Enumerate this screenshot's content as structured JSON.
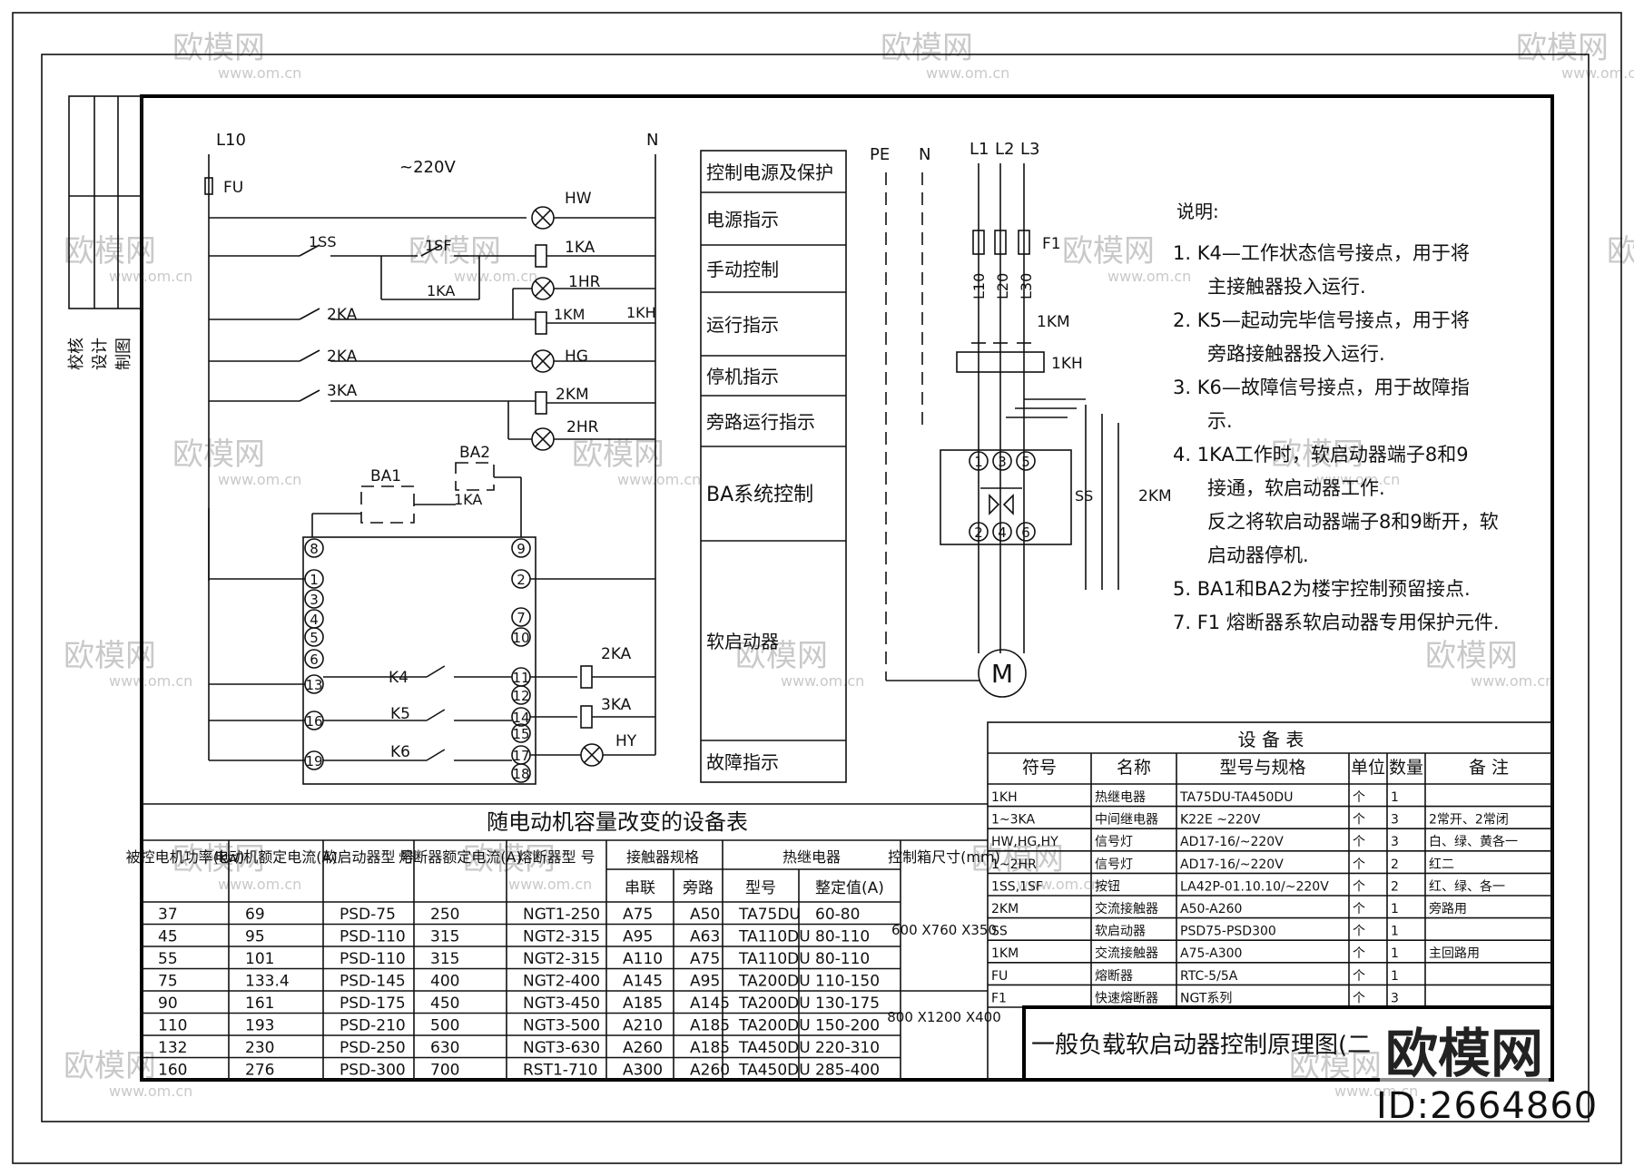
{
  "title_block": {
    "main_title": "一般负载软启动器控制原理图(二",
    "left_labels": [
      "校核",
      "设计",
      "制图"
    ]
  },
  "circuit": {
    "rail_left": "L10",
    "rail_right": "N",
    "voltage": "~220V",
    "fuse": "FU",
    "labels": [
      "HW",
      "1SS",
      "1SF",
      "1KA",
      "1KA",
      "1HR",
      "2KA",
      "1KM",
      "1KH",
      "2KA",
      "HG",
      "3KA",
      "2KM",
      "2HR",
      "BA1",
      "BA2",
      "1KA",
      "K4",
      "2KA",
      "K5",
      "3KA",
      "K6",
      "HY"
    ],
    "terminals_left": [
      "8",
      "1",
      "3",
      "4",
      "5",
      "6",
      "13",
      "16",
      "19"
    ],
    "terminals_right": [
      "9",
      "2",
      "7",
      "10",
      "11",
      "12",
      "14",
      "15",
      "17",
      "18"
    ]
  },
  "function_column": [
    "控制电源及保护",
    "电源指示",
    "手动控制",
    "运行指示",
    "停机指示",
    "旁路运行指示",
    "BA系统控制",
    "软启动器",
    "故障指示"
  ],
  "main_circuit": {
    "labels": [
      "PE",
      "N",
      "L1",
      "L2",
      "L3",
      "F1",
      "L10",
      "L20",
      "L30",
      "1KM",
      "1KH",
      "SS",
      "2KM",
      "M"
    ],
    "ss_terminals_top": [
      "1",
      "3",
      "5"
    ],
    "ss_terminals_bottom": [
      "2",
      "4",
      "6"
    ]
  },
  "notes": {
    "heading": "说明:",
    "lines": [
      "1. K4—工作状态信号接点，用于将",
      "主接触器投入运行.",
      "2. K5—起动完毕信号接点，用于将",
      "旁路接触器投入运行.",
      "3. K6—故障信号接点，用于故障指",
      "示.",
      "4. 1KA工作时，软启动器端子8和9",
      "接通，软启动器工作.",
      "反之将软启动器端子8和9断开，软",
      "启动器停机.",
      "5. BA1和BA2为楼宇控制预留接点.",
      "7. F1 熔断器系软启动器专用保护元件."
    ]
  },
  "equipment_table": {
    "title": "设 备 表",
    "headers": [
      "符号",
      "名称",
      "型号与规格",
      "单位",
      "数量",
      "备 注"
    ],
    "rows": [
      [
        "1KH",
        "热继电器",
        "TA75DU-TA450DU",
        "个",
        "1",
        ""
      ],
      [
        "1~3KA",
        "中间继电器",
        "K22E ~220V",
        "个",
        "3",
        "2常开、2常闭"
      ],
      [
        "HW,HG,HY",
        "信号灯",
        "AD17-16/~220V",
        "个",
        "3",
        "白、绿、黄各一"
      ],
      [
        "1~2HR",
        "信号灯",
        "AD17-16/~220V",
        "个",
        "2",
        "红二"
      ],
      [
        "1SS,1SF",
        "按钮",
        "LA42P-01.10.10/~220V",
        "个",
        "2",
        "红、绿、各一"
      ],
      [
        "2KM",
        "交流接触器",
        "A50-A260",
        "个",
        "1",
        "旁路用"
      ],
      [
        "SS",
        "软启动器",
        "PSD75-PSD300",
        "个",
        "1",
        ""
      ],
      [
        "1KM",
        "交流接触器",
        "A75-A300",
        "个",
        "1",
        "主回路用"
      ],
      [
        "FU",
        "熔断器",
        "RTC-5/5A",
        "个",
        "1",
        ""
      ],
      [
        "F1",
        "快速熔断器",
        "NGT系列",
        "个",
        "3",
        ""
      ]
    ]
  },
  "capacity_table": {
    "title": "随电动机容量改变的设备表",
    "header_top": [
      "被控电机功率(kw)",
      "电动机额定电流(A)",
      "软启动器型 号",
      "熔断器额定电流(A)",
      "熔断器型 号",
      "接触器规格",
      "热继电器",
      "控制箱尺寸(mm)"
    ],
    "header_sub": [
      "串联",
      "旁路",
      "型号",
      "整定值(A)"
    ],
    "rows": [
      [
        "37",
        "69",
        "PSD-75",
        "250",
        "NGT1-250",
        "A75",
        "A50",
        "TA75DU",
        "60-80"
      ],
      [
        "45",
        "95",
        "PSD-110",
        "315",
        "NGT2-315",
        "A95",
        "A63",
        "TA110DU",
        "80-110"
      ],
      [
        "55",
        "101",
        "PSD-110",
        "315",
        "NGT2-315",
        "A110",
        "A75",
        "TA110DU",
        "80-110"
      ],
      [
        "75",
        "133.4",
        "PSD-145",
        "400",
        "NGT2-400",
        "A145",
        "A95",
        "TA200DU",
        "110-150"
      ],
      [
        "90",
        "161",
        "PSD-175",
        "450",
        "NGT3-450",
        "A185",
        "A145",
        "TA200DU",
        "130-175"
      ],
      [
        "110",
        "193",
        "PSD-210",
        "500",
        "NGT3-500",
        "A210",
        "A185",
        "TA200DU",
        "150-200"
      ],
      [
        "132",
        "230",
        "PSD-250",
        "630",
        "NGT3-630",
        "A260",
        "A185",
        "TA450DU",
        "220-310"
      ],
      [
        "160",
        "276",
        "PSD-300",
        "700",
        "RST1-710",
        "A300",
        "A260",
        "TA450DU",
        "285-400"
      ]
    ],
    "box_sizes": [
      "600 X760 X350",
      "800 X1200 X400"
    ]
  },
  "watermark": {
    "brand": "欧模网",
    "url": "www.om.cn",
    "id": "ID:2664860"
  }
}
